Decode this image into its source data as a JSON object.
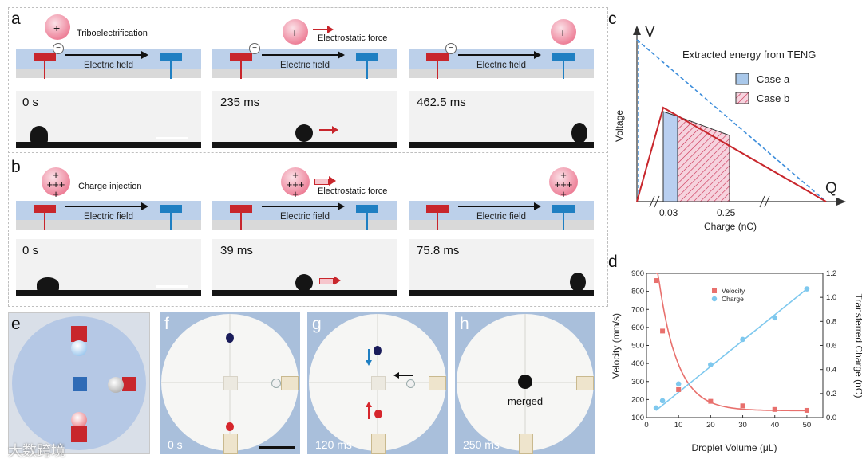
{
  "panels": {
    "a": "a",
    "b": "b",
    "c": "c",
    "d": "d",
    "e": "e",
    "f": "f",
    "g": "g",
    "h": "h"
  },
  "panel_a": {
    "annotations": [
      "Triboelectrification",
      "Electrostatic force"
    ],
    "field_label": "Electric field",
    "times": [
      "0 s",
      "235 ms",
      "462.5 ms"
    ]
  },
  "panel_b": {
    "annotations": [
      "Charge injection",
      "Electrostatic force"
    ],
    "field_label": "Electric field",
    "times": [
      "0 s",
      "39 ms",
      "75.8 ms"
    ]
  },
  "panel_c": {
    "y_axis_symbol": "V",
    "x_axis_symbol": "Q",
    "ylabel": "Voltage",
    "xlabel": "Charge (nC)",
    "xticks": [
      "0.03",
      "0.25"
    ],
    "legend_title": "Extracted energy from TENG",
    "legend": [
      {
        "label": "Case a",
        "color": "#a9c8ea"
      },
      {
        "label": "Case b",
        "color": "#f1b8ca"
      }
    ]
  },
  "photos": {
    "times": [
      "0 s",
      "120 ms",
      "250 ms"
    ],
    "merged_label": "merged"
  },
  "watermark": "大数跨境",
  "chart_data": {
    "type": "scatter",
    "xlabel": "Droplet Volume (μL)",
    "ylabel": "Velocity (mm/s)",
    "y2label": "Transferred Charge (nC)",
    "xlim": [
      0,
      55
    ],
    "ylim": [
      100,
      900
    ],
    "y2lim": [
      0,
      1.2
    ],
    "xticks": [
      0,
      10,
      20,
      30,
      40,
      50
    ],
    "yticks": [
      100,
      200,
      300,
      400,
      500,
      600,
      700,
      800,
      900
    ],
    "y2ticks": [
      0.0,
      0.2,
      0.4,
      0.6,
      0.8,
      1.0,
      1.2
    ],
    "grid": false,
    "legend_position": "top-center",
    "series": [
      {
        "name": "Velocity",
        "axis": "left",
        "color": "#e8706d",
        "marker": "square",
        "x": [
          3,
          5,
          10,
          20,
          30,
          40,
          50
        ],
        "y": [
          860,
          580,
          255,
          190,
          165,
          145,
          140
        ]
      },
      {
        "name": "Charge",
        "axis": "right",
        "color": "#7ec8ee",
        "marker": "circle",
        "x": [
          3,
          5,
          10,
          20,
          30,
          40,
          50
        ],
        "y": [
          0.08,
          0.14,
          0.28,
          0.44,
          0.65,
          0.83,
          1.07
        ]
      }
    ]
  }
}
